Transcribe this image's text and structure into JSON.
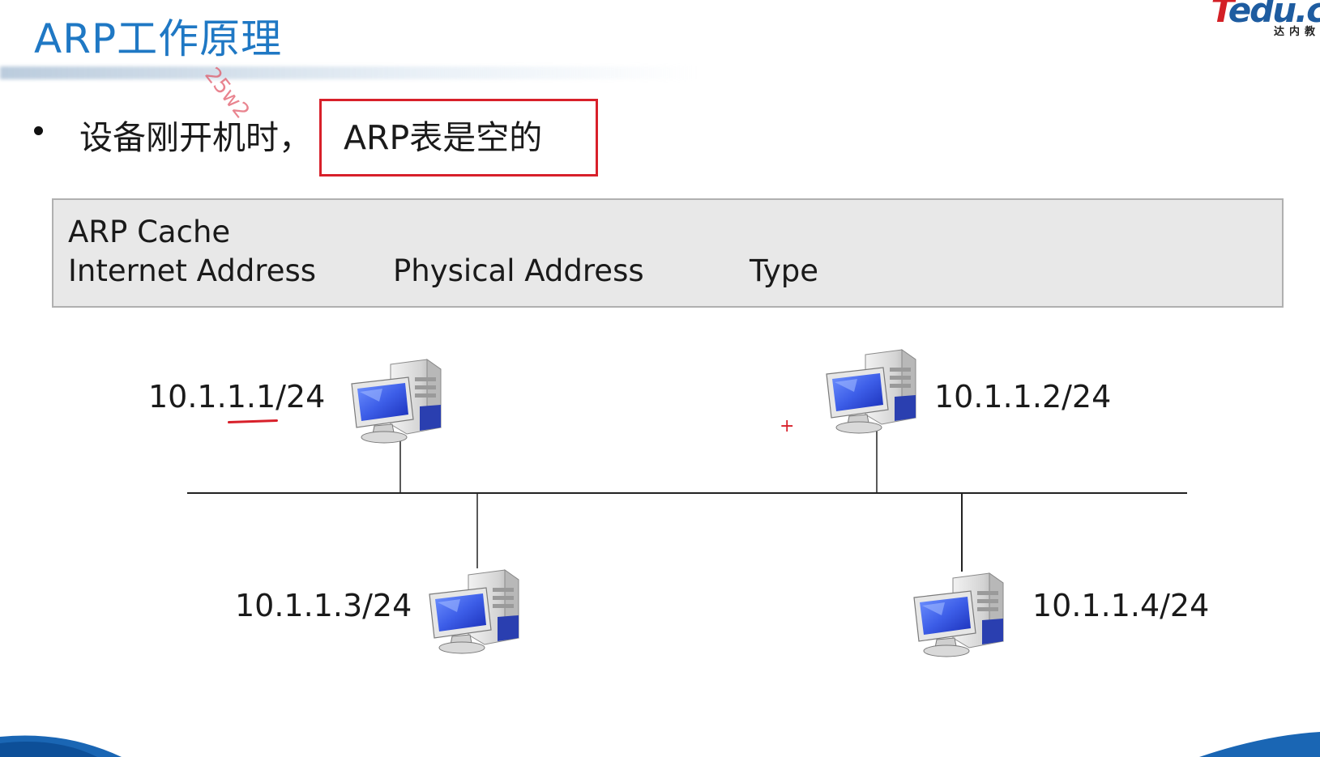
{
  "header": {
    "title": "ARP工作原理",
    "logo_text": "Tedu.c",
    "logo_subtext": "达内教"
  },
  "watermark": "25w2",
  "bullet": {
    "prefix": "设备刚开机时，",
    "highlight": "ARP表是空的"
  },
  "arp_cache": {
    "title": "ARP Cache",
    "columns": [
      "Internet Address",
      "Physical Address",
      "Type"
    ]
  },
  "network": {
    "hosts": [
      {
        "ip": "10.1.1.1/24",
        "icon": "computer-icon"
      },
      {
        "ip": "10.1.1.2/24",
        "icon": "computer-icon"
      },
      {
        "ip": "10.1.1.3/24",
        "icon": "computer-icon"
      },
      {
        "ip": "10.1.1.4/24",
        "icon": "computer-icon"
      }
    ]
  },
  "colors": {
    "title": "#1f78c4",
    "highlight_border": "#d8202a",
    "cache_bg": "#e8e8e8",
    "footer": "#1a66b4"
  }
}
